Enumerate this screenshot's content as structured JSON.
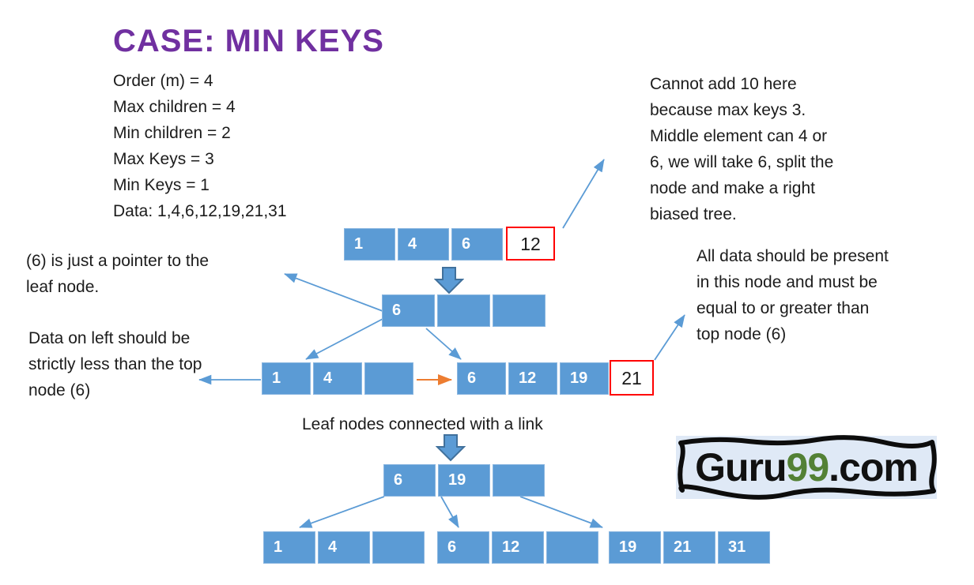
{
  "title": "CASE: MIN KEYS",
  "info": [
    "Order (m) = 4",
    "Max children = 4",
    "Min children = 2",
    "Max Keys = 3",
    "Min Keys = 1",
    "Data: 1,4,6,12,19,21,31"
  ],
  "annotations": {
    "cannot_add": [
      "Cannot add 10 here",
      "because max keys 3.",
      "Middle element can 4 or",
      "6, we will take 6, split the",
      "node and make a right",
      "biased tree."
    ],
    "pointer_note": [
      "(6) is just a pointer to the",
      "leaf node."
    ],
    "left_note": [
      "Data on left should be",
      "strictly less than the top",
      "node (6)"
    ],
    "right_note": [
      "All data should be present",
      "in this node and must be",
      "equal to or greater than",
      "top node (6)"
    ],
    "leaf_link": "Leaf nodes connected with a link"
  },
  "nodes": {
    "root": [
      "1",
      "4",
      "6"
    ],
    "root_overflow": "12",
    "level2": [
      "6",
      "",
      ""
    ],
    "left3": [
      "1",
      "4",
      ""
    ],
    "right3": [
      "6",
      "12",
      "19"
    ],
    "right3_overflow": "21",
    "level4": [
      "6",
      "19",
      ""
    ],
    "leaf1": [
      "1",
      "4",
      ""
    ],
    "leaf2": [
      "6",
      "12",
      ""
    ],
    "leaf3": [
      "19",
      "21",
      "31"
    ]
  },
  "logo": {
    "brand": "Guru",
    "number": "99",
    "suffix": ".com"
  },
  "colors": {
    "node_blue": "#5B9BD5",
    "block_arrow_border": "#41719C",
    "arrow_blue": "#5B9BD5",
    "arrow_orange": "#ED7D31",
    "overflow_border": "#FF0000",
    "title_purple": "#7030A0",
    "logo_green": "#538135"
  }
}
